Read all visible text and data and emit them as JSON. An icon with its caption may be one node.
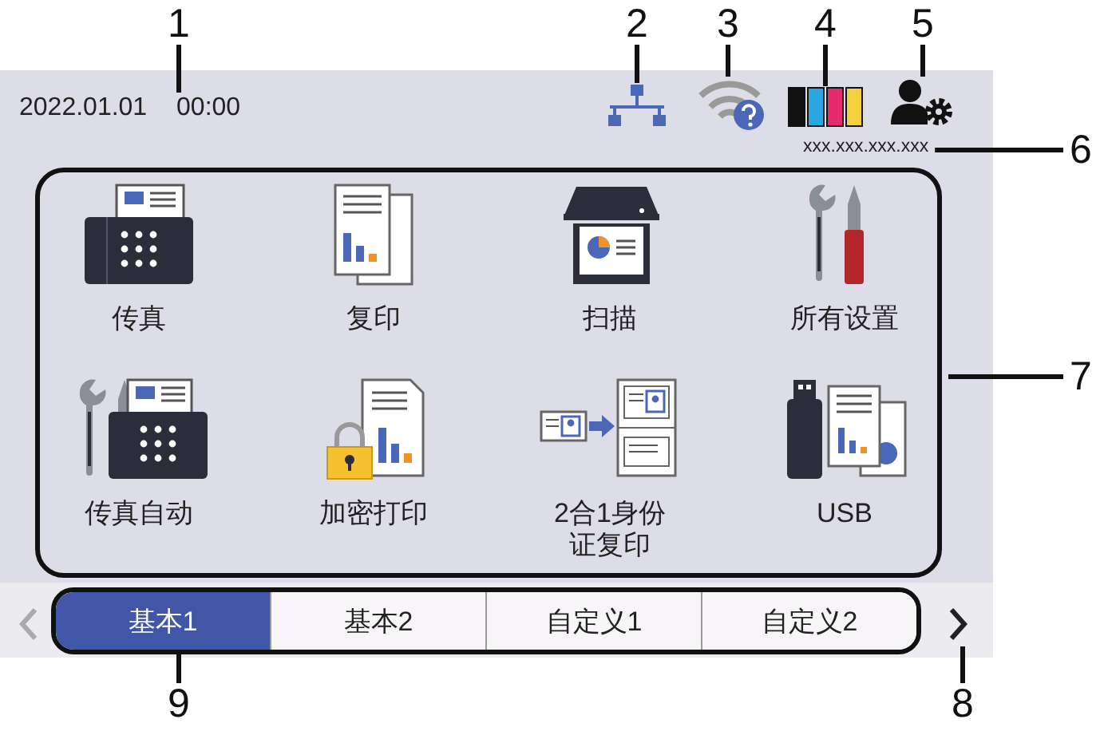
{
  "diagram": {
    "nodes": [
      {
        "text": [
          "1"
        ]
      },
      {
        "text": [
          "2"
        ]
      },
      {
        "text": [
          "3"
        ]
      },
      {
        "text": [
          "4"
        ]
      },
      {
        "text": [
          "5"
        ]
      },
      {
        "text": [
          "6"
        ]
      },
      {
        "text": [
          "7"
        ]
      },
      {
        "text": [
          "8"
        ]
      },
      {
        "text": [
          "9"
        ]
      },
      {
        "text": [],
        "shape": "box"
      },
      {
        "text": [
          "2022.01.01 00:00"
        ],
        "in": 9
      },
      {
        "text": [],
        "shape": "picture",
        "in": 9
      },
      {
        "text": [],
        "shape": "picture",
        "in": 9
      },
      {
        "text": [],
        "shape": "picture",
        "in": 9
      },
      {
        "text": [],
        "shape": "picture",
        "in": 9
      },
      {
        "text": [
          "xxx.xxx.xxx.xxx"
        ],
        "in": 9
      },
      {
        "text": [],
        "shape": "box",
        "in": 9
      },
      {
        "text": [
          "传真"
        ],
        "in": 16
      },
      {
        "text": [
          "复印"
        ],
        "in": 16
      },
      {
        "text": [
          "扫描"
        ],
        "in": 16
      },
      {
        "text": [
          "所有设置"
        ],
        "in": 16
      },
      {
        "text": [
          "传真自动"
        ],
        "in": 16
      },
      {
        "text": [
          "加密打印"
        ],
        "in": 16
      },
      {
        "text": [
          "2合1身份证复印"
        ],
        "in": 16
      },
      {
        "text": [
          "USB"
        ],
        "in": 16
      },
      {
        "text": [],
        "shape": "box",
        "in": 9
      },
      {
        "text": [
          "基本1"
        ],
        "in": 25
      },
      {
        "text": [
          "基本2"
        ],
        "in": 25
      },
      {
        "text": [
          "自定义1"
        ],
        "in": 25
      },
      {
        "text": [
          "自定义2"
        ],
        "in": 25
      },
      {
        "text": [],
        "shape": "picture",
        "in": 9
      }
    ],
    "edges": [
      {
        "from": 0,
        "to": 10,
        "arrow": "none"
      },
      {
        "from": 1,
        "to": 11,
        "arrow": "none"
      },
      {
        "from": 2,
        "to": 12,
        "arrow": "none"
      },
      {
        "from": 3,
        "to": 13,
        "arrow": "none"
      },
      {
        "from": 4,
        "to": 14,
        "arrow": "none"
      },
      {
        "from": 5,
        "to": 15,
        "arrow": "none"
      },
      {
        "from": 6,
        "to": 16,
        "arrow": "none"
      },
      {
        "from": 7,
        "to": 30,
        "arrow": "none"
      },
      {
        "from": 8,
        "to": 25,
        "arrow": "none"
      }
    ]
  }
}
